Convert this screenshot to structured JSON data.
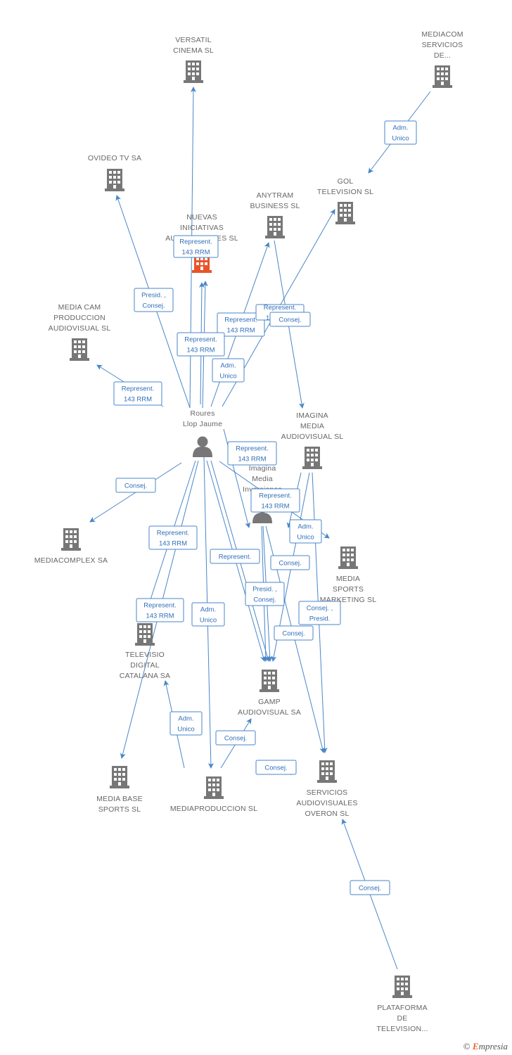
{
  "colors": {
    "edge": "#4a86c8",
    "company": "#777777",
    "highlight": "#e8542a",
    "person": "#777777",
    "label": "#666666",
    "edge_text": "#2f6fb8"
  },
  "nodes": {
    "versatil": {
      "lines": [
        "VERSATIL",
        "CINEMA SL"
      ],
      "kind": "company"
    },
    "mediacom": {
      "lines": [
        "MEDIACOM",
        "SERVICIOS",
        "DE..."
      ],
      "kind": "company"
    },
    "ovideo": {
      "lines": [
        "OVIDEO TV SA"
      ],
      "kind": "company"
    },
    "gol": {
      "lines": [
        "GOL",
        "TELEVISION SL"
      ],
      "kind": "company"
    },
    "anytram": {
      "lines": [
        "ANYTRAM",
        "BUSINESS SL"
      ],
      "kind": "company"
    },
    "nuevas": {
      "lines": [
        "NUEVAS",
        "INICIATIVAS",
        "AUDIOVISUALES SL"
      ],
      "kind": "company-highlight"
    },
    "mediacam": {
      "lines": [
        "MEDIA CAM",
        "PRODUCCION",
        "AUDIOVISUAL SL"
      ],
      "kind": "company"
    },
    "roures": {
      "lines": [
        "Roures",
        "Llop Jaume"
      ],
      "kind": "person"
    },
    "imagina_media": {
      "lines": [
        "IMAGINA",
        "MEDIA",
        "AUDIOVISUAL SL"
      ],
      "kind": "company"
    },
    "imagina_inv": {
      "lines": [
        "Imagina",
        "Media",
        "Inversiones"
      ],
      "kind": "person"
    },
    "mediacomplex": {
      "lines": [
        "MEDIACOMPLEX SA"
      ],
      "kind": "company"
    },
    "media_sports": {
      "lines": [
        "MEDIA",
        "SPORTS",
        "MARKETING SL"
      ],
      "kind": "company"
    },
    "televisio": {
      "lines": [
        "TELEVISIO",
        "DIGITAL",
        "CATALANA SA"
      ],
      "kind": "company"
    },
    "gamp": {
      "lines": [
        "GAMP",
        "AUDIOVISUAL SA"
      ],
      "kind": "company"
    },
    "media_base": {
      "lines": [
        "MEDIA BASE",
        "SPORTS SL"
      ],
      "kind": "company"
    },
    "mediaproduccion": {
      "lines": [
        "MEDIAPRODUCCION SL"
      ],
      "kind": "company"
    },
    "servicios": {
      "lines": [
        "SERVICIOS",
        "AUDIOVISUALES",
        "OVERON SL"
      ],
      "kind": "company"
    },
    "plataforma": {
      "lines": [
        "PLATAFORMA",
        "DE",
        "TELEVISION..."
      ],
      "kind": "company"
    }
  },
  "edge_labels": [
    {
      "id": "l1",
      "lines": [
        "Adm.",
        "Unico"
      ]
    },
    {
      "id": "l2",
      "lines": [
        "Represent.",
        "143 RRM"
      ]
    },
    {
      "id": "l3",
      "lines": [
        "Presid. ,",
        "Consej."
      ]
    },
    {
      "id": "l4",
      "lines": [
        "Represent.",
        "143 RRM"
      ]
    },
    {
      "id": "l5",
      "lines": [
        "Represent.",
        "143 RRM"
      ]
    },
    {
      "id": "l6",
      "lines": [
        "Represent.",
        "143 RRM"
      ]
    },
    {
      "id": "l7",
      "lines": [
        "Consej."
      ]
    },
    {
      "id": "l8",
      "lines": [
        "Adm.",
        "Unico"
      ]
    },
    {
      "id": "l9",
      "lines": [
        "Represent.",
        "143 RRM"
      ]
    },
    {
      "id": "l10",
      "lines": [
        "Represent.",
        "143 RRM"
      ]
    },
    {
      "id": "l11",
      "lines": [
        "Represent.",
        "143 RRM"
      ]
    },
    {
      "id": "l12",
      "lines": [
        "Consej."
      ]
    },
    {
      "id": "l13",
      "lines": [
        "Represent.",
        "143 RRM"
      ]
    },
    {
      "id": "l14",
      "lines": [
        "Adm.",
        "Unico"
      ]
    },
    {
      "id": "l15",
      "lines": [
        "Represent."
      ]
    },
    {
      "id": "l16",
      "lines": [
        "Consej."
      ]
    },
    {
      "id": "l17",
      "lines": [
        "Presid. ,",
        "Consej."
      ]
    },
    {
      "id": "l18",
      "lines": [
        "Represent.",
        "143 RRM"
      ]
    },
    {
      "id": "l19",
      "lines": [
        "Consej. ,",
        "Presid."
      ]
    },
    {
      "id": "l20",
      "lines": [
        "Adm.",
        "Unico"
      ]
    },
    {
      "id": "l21",
      "lines": [
        "Consej."
      ]
    },
    {
      "id": "l22",
      "lines": [
        "Adm.",
        "Unico"
      ]
    },
    {
      "id": "l23",
      "lines": [
        "Consej."
      ]
    },
    {
      "id": "l24",
      "lines": [
        "Consej."
      ]
    },
    {
      "id": "l25",
      "lines": [
        "Consej."
      ]
    }
  ],
  "footer": {
    "symbol": "©",
    "brand_letter": "E",
    "brand_rest": "mpresia"
  }
}
